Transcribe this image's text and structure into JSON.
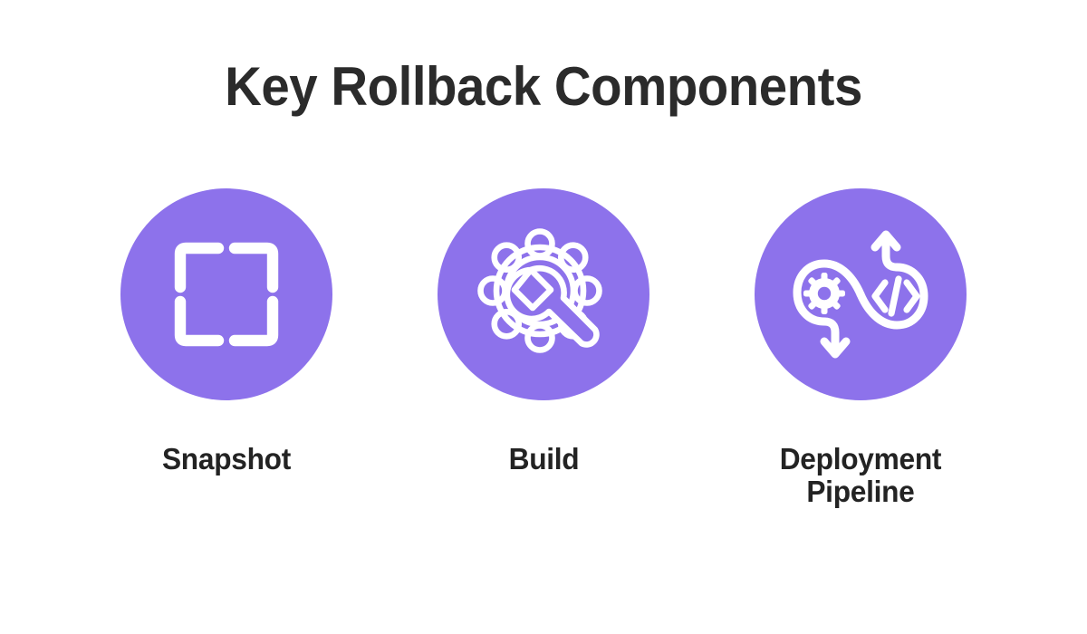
{
  "slide": {
    "title": "Key Rollback Components",
    "background_color": "#FFFFFF",
    "title_color": "#2B2B2B",
    "accent_color": "#8D72EB",
    "icon_color": "#FFFFFF",
    "label_color": "#232323"
  },
  "components": [
    {
      "label": "Snapshot",
      "icon_name": "snapshot-frame-icon",
      "circle_color": "#8D72EB"
    },
    {
      "label": "Build",
      "icon_name": "gear-wrench-icon",
      "circle_color": "#8D72EB"
    },
    {
      "label": "Deployment\nPipeline",
      "icon_name": "devops-infinity-pipeline-icon",
      "circle_color": "#8D72EB"
    }
  ]
}
